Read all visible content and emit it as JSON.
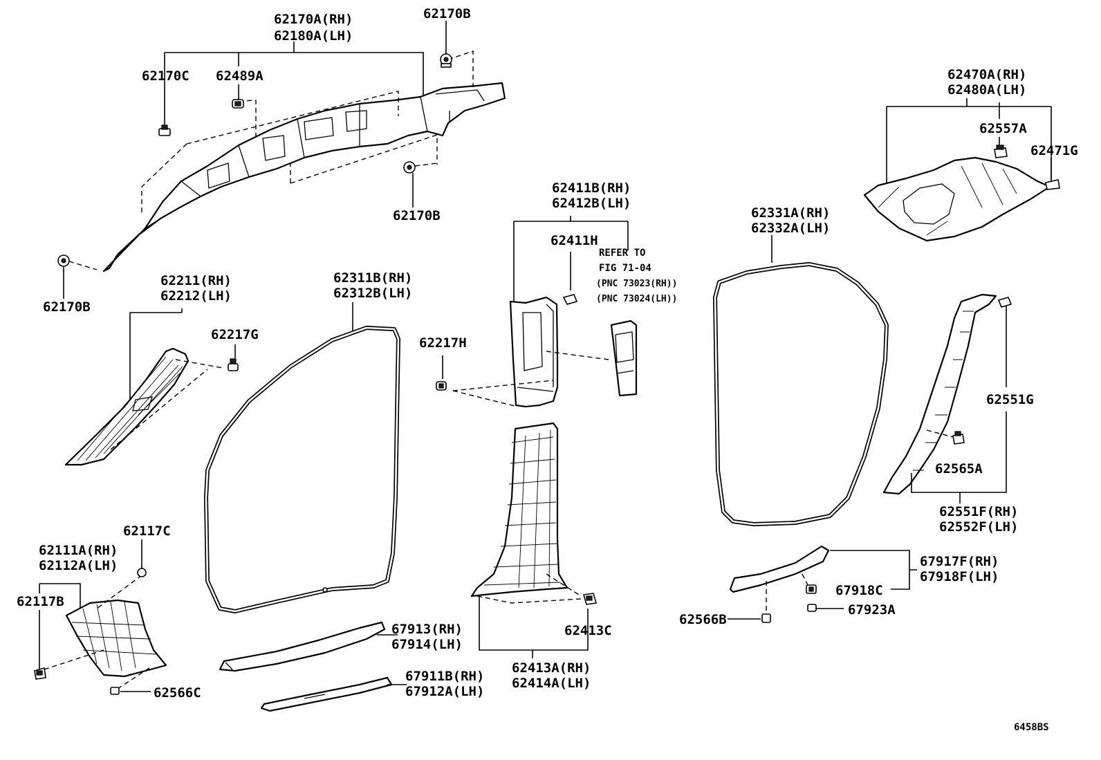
{
  "labels": {
    "p62170A": "62170A(RH)",
    "p62180A": "62180A(LH)",
    "p62170B_top": "62170B",
    "p62170C": "62170C",
    "p62489A": "62489A",
    "p62170B_mid": "62170B",
    "p62170B_left": "62170B",
    "p62211": "62211(RH)",
    "p62212": "62212(LH)",
    "p62217G": "62217G",
    "p62311B": "62311B(RH)",
    "p62312B": "62312B(LH)",
    "p62411B": "62411B(RH)",
    "p62412B": "62412B(LH)",
    "p62411H": "62411H",
    "refer_to": "REFER TO",
    "fig": "FIG 71-04",
    "pnc_rh": "(PNC 73023(RH))",
    "pnc_lh": "(PNC 73024(LH))",
    "p62217H": "62217H",
    "p62331A": "62331A(RH)",
    "p62332A": "62332A(LH)",
    "p62470A": "62470A(RH)",
    "p62480A": "62480A(LH)",
    "p62557A": "62557A",
    "p62471G": "62471G",
    "p62551G": "62551G",
    "p62565A": "62565A",
    "p62551F": "62551F(RH)",
    "p62552F": "62552F(LH)",
    "p62117C": "62117C",
    "p62111A": "62111A(RH)",
    "p62112A": "62112A(LH)",
    "p62117B": "62117B",
    "p62566C": "62566C",
    "p67913": "67913(RH)",
    "p67914": "67914(LH)",
    "p67911B": "67911B(RH)",
    "p67912A": "67912A(LH)",
    "p62413C": "62413C",
    "p62413A": "62413A(RH)",
    "p62414A": "62414A(LH)",
    "p67917F": "67917F(RH)",
    "p67918F": "67918F(LH)",
    "p67918C": "67918C",
    "p62566B": "62566B",
    "p67923A": "67923A",
    "illustration_code": "6458BS"
  }
}
